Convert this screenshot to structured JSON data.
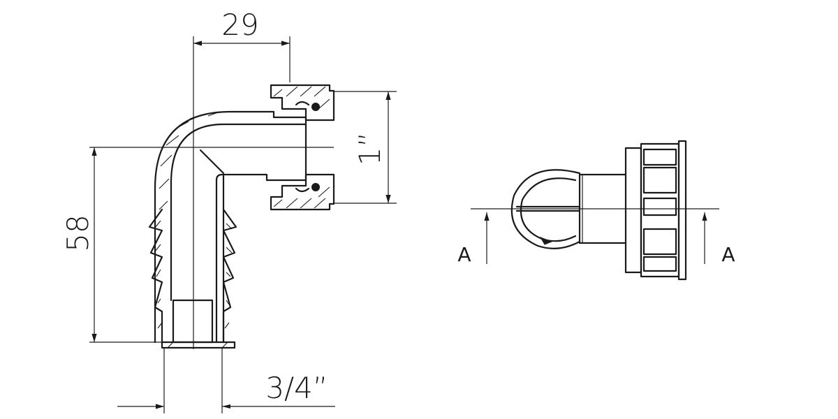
{
  "dimensions": {
    "top_width": "29",
    "height": "58",
    "outlet_thread": "1”",
    "inlet_thread": "3/4”"
  },
  "section_marks": {
    "left": "A",
    "right": "A"
  }
}
